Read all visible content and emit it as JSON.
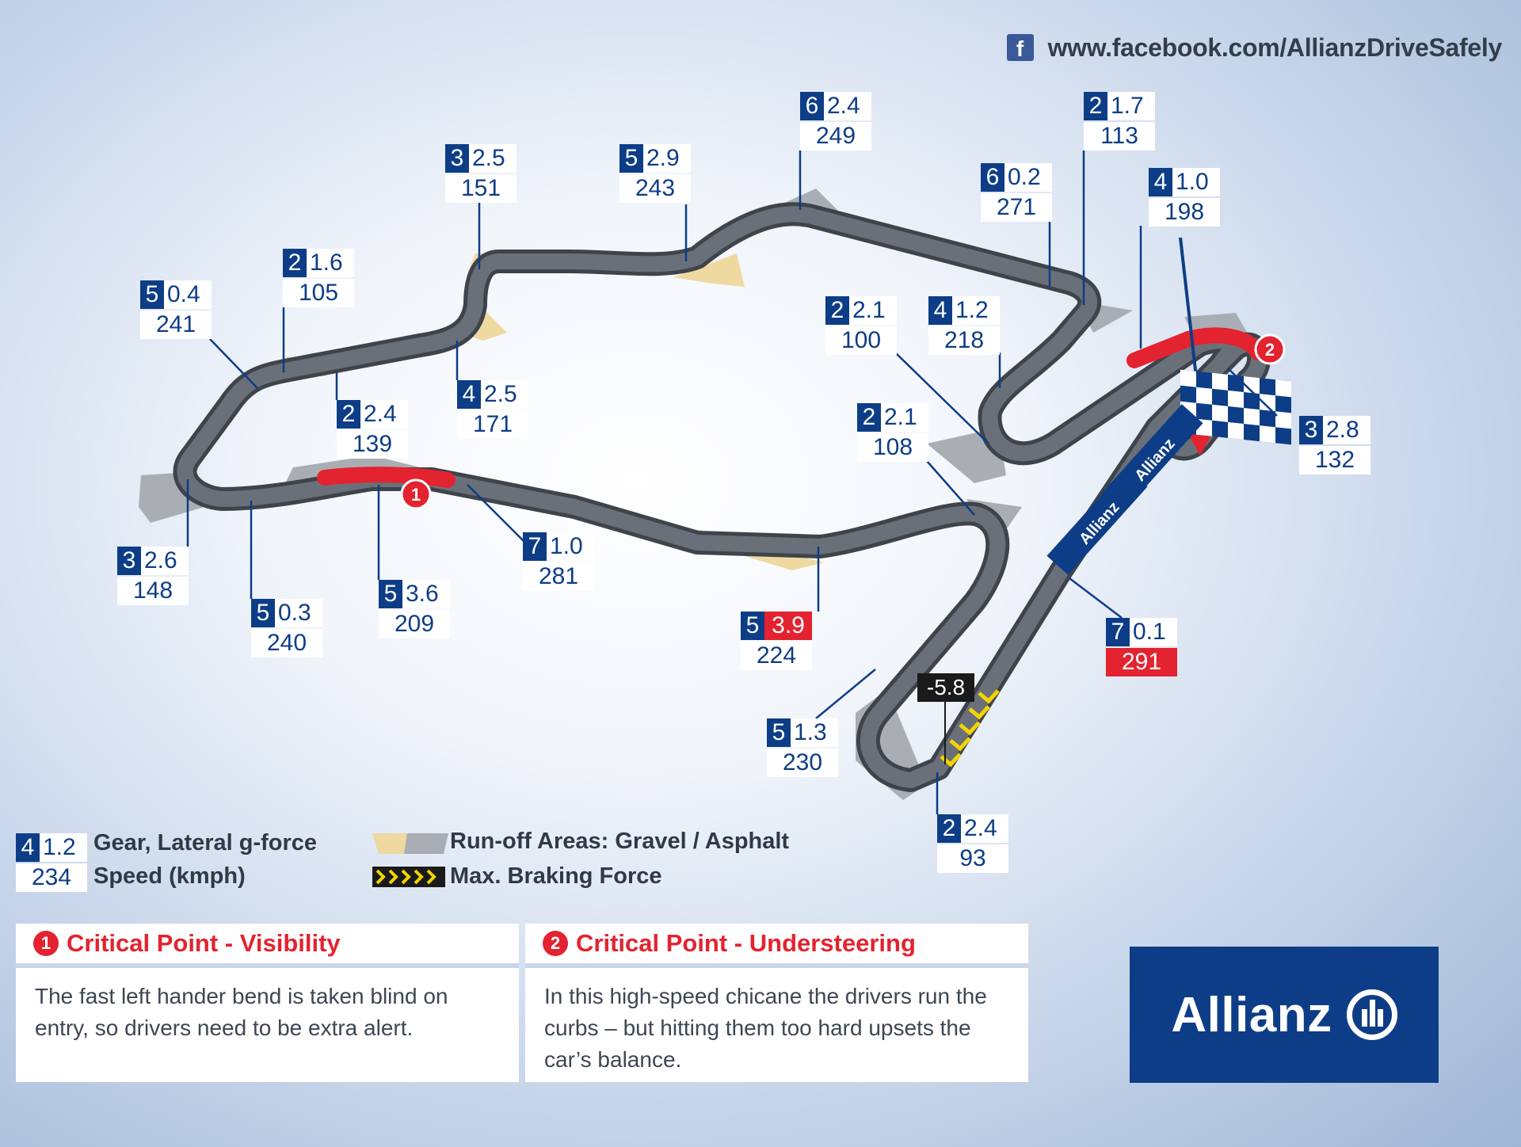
{
  "header": {
    "facebook_icon_glyph": "f",
    "facebook_url": "www.facebook.com/AllianzDriveSafely"
  },
  "markers": [
    {
      "gear": "6",
      "g": "2.4",
      "speed": "249"
    },
    {
      "gear": "2",
      "g": "1.7",
      "speed": "113"
    },
    {
      "gear": "3",
      "g": "2.5",
      "speed": "151"
    },
    {
      "gear": "5",
      "g": "2.9",
      "speed": "243"
    },
    {
      "gear": "6",
      "g": "0.2",
      "speed": "271"
    },
    {
      "gear": "4",
      "g": "1.0",
      "speed": "198"
    },
    {
      "gear": "2",
      "g": "1.6",
      "speed": "105"
    },
    {
      "gear": "5",
      "g": "0.4",
      "speed": "241"
    },
    {
      "gear": "2",
      "g": "2.1",
      "speed": "100"
    },
    {
      "gear": "4",
      "g": "1.2",
      "speed": "218"
    },
    {
      "gear": "4",
      "g": "2.5",
      "speed": "171"
    },
    {
      "gear": "2",
      "g": "2.4",
      "speed": "139"
    },
    {
      "gear": "2",
      "g": "2.1",
      "speed": "108"
    },
    {
      "gear": "3",
      "g": "2.8",
      "speed": "132"
    },
    {
      "gear": "3",
      "g": "2.6",
      "speed": "148"
    },
    {
      "gear": "7",
      "g": "1.0",
      "speed": "281"
    },
    {
      "gear": "5",
      "g": "3.6",
      "speed": "209"
    },
    {
      "gear": "5",
      "g": "0.3",
      "speed": "240"
    },
    {
      "gear": "5",
      "g": "3.9",
      "speed": "224",
      "highlight": "g"
    },
    {
      "gear": "7",
      "g": "0.1",
      "speed": "291",
      "highlight": "speed"
    },
    {
      "gear": "5",
      "g": "1.3",
      "speed": "230"
    },
    {
      "gear": "2",
      "g": "2.4",
      "speed": "93"
    }
  ],
  "max_braking_value": "-5.8",
  "critical_markers": [
    "1",
    "2"
  ],
  "track_sponsor": "Allianz",
  "legend": {
    "sample": {
      "gear": "4",
      "g": "1.2",
      "speed": "234"
    },
    "gear_g_label": "Gear, Lateral g-force",
    "speed_label": "Speed (kmph)",
    "runoff_label": "Run-off Areas: Gravel / Asphalt",
    "braking_label": "Max. Braking Force"
  },
  "critical_points": [
    {
      "number": "1",
      "title": "Critical Point - Visibility",
      "text": "The fast left hander bend is taken blind on entry, so drivers need to be extra alert."
    },
    {
      "number": "2",
      "title": "Critical Point - Understeering",
      "text": "In this high-speed chicane the drivers run the curbs – but hitting them too hard upsets the car’s balance."
    }
  ],
  "logo": {
    "text": "Allianz"
  },
  "colors": {
    "brand_blue": "#0d3d86",
    "critical_red": "#e3232f",
    "track": "#5b6068",
    "gravel": "#eed9a0",
    "asphalt_runoff": "#a9aeb4",
    "braking_yellow": "#f2d400"
  }
}
